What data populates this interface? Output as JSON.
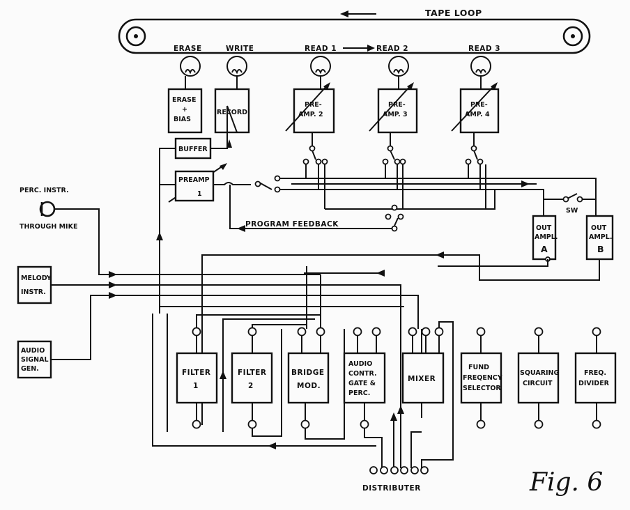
{
  "tape": {
    "title": "TAPE LOOP",
    "heads": [
      "ERASE",
      "WRITE",
      "READ 1",
      "READ 2",
      "READ 3"
    ]
  },
  "top_boxes": {
    "erase": [
      "ERASE",
      "+",
      "BIAS"
    ],
    "record": "RECORD",
    "preamp2": [
      "PRE-",
      "AMP. 2"
    ],
    "preamp3": [
      "PRE-",
      "AMP. 3"
    ],
    "preamp4": [
      "PRE-",
      "AMP. 4"
    ]
  },
  "buffer": "BUFFER",
  "preamp1": [
    "PREAMP",
    "1"
  ],
  "program_feedback": "PROGRAM FEEDBACK",
  "out_a": [
    "OUT",
    "AMPL.",
    "A"
  ],
  "out_b": [
    "OUT",
    "AMPL.",
    "B"
  ],
  "sw": "SW",
  "inputs": {
    "perc": [
      "PERC. INSTR.",
      "THROUGH MIKE"
    ],
    "melody": [
      "MELODY",
      "INSTR."
    ],
    "audio": [
      "AUDIO",
      "SIGNAL",
      "GEN."
    ]
  },
  "modules": {
    "filter1": [
      "FILTER",
      "1"
    ],
    "filter2": [
      "FILTER",
      "2"
    ],
    "bridge": [
      "BRIDGE",
      "MOD."
    ],
    "audio_contr": [
      "AUDIO",
      "CONTR.",
      "GATE &",
      "PERC."
    ],
    "mixer": "MIXER",
    "fund": [
      "FUND",
      "FREQENCY",
      "SELECTOR"
    ],
    "squaring": [
      "SQUARING",
      "CIRCUIT"
    ],
    "divider": [
      "FREQ.",
      "DIVIDER"
    ]
  },
  "distributer": "DISTRIBUTER",
  "figure": "Fig. 6"
}
